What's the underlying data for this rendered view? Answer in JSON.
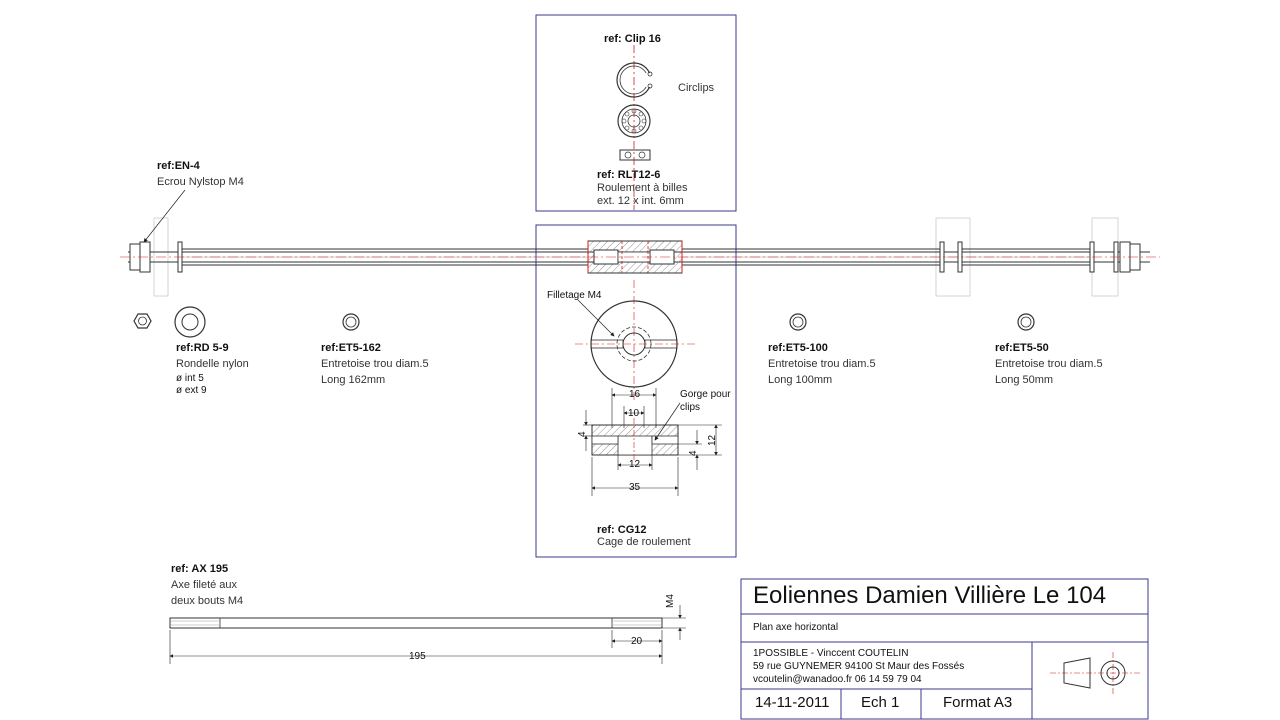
{
  "colors": {
    "frame": "#3a3a8c",
    "line": "#333333",
    "axis": "#d81b1b",
    "hatch": "#666666"
  },
  "clip": {
    "ref": "ref: Clip 16",
    "name": "Circlips"
  },
  "bearing": {
    "ref": "ref: RLT12-6",
    "name": "Roulement à billes",
    "size": "ext. 12 x int. 6mm"
  },
  "nut": {
    "ref": "ref:EN-4",
    "name": "Ecrou Nylstop M4"
  },
  "washer": {
    "ref": "ref:RD 5-9",
    "name": "Rondelle nylon",
    "int": "ø int 5",
    "ext": "ø ext 9"
  },
  "spacers": [
    {
      "ref": "ref:ET5-162",
      "name": "Entretoise trou diam.5",
      "length": "Long 162mm"
    },
    {
      "ref": "ref:ET5-100",
      "name": "Entretoise trou diam.5",
      "length": "Long 100mm"
    },
    {
      "ref": "ref:ET5-50",
      "name": "Entretoise trou diam.5",
      "length": "Long 50mm"
    }
  ],
  "cage": {
    "thread": "Filletage M4",
    "groove": "Gorge pour clips",
    "ref": "ref: CG12",
    "name": "Cage de roulement",
    "dims": {
      "d16": "16",
      "d10": "10",
      "d12w": "12",
      "d35": "35",
      "d4a": "4",
      "d4b": "4",
      "d12h": "12"
    }
  },
  "axle": {
    "ref": "ref: AX 195",
    "desc1": "Axe fileté aux",
    "desc2": "deux bouts M4",
    "dims": {
      "total": "195",
      "thread": "20",
      "m4": "M4"
    }
  },
  "title_block": {
    "title": "Eoliennes Damien Villière Le 104",
    "subtitle": "Plan axe horizontal",
    "company": "1POSSIBLE - Vinccent COUTELIN",
    "address": "59 rue GUYNEMER 94100 St Maur des Fossés",
    "contact": "vcoutelin@wanadoo.fr 06 14 59 79 04",
    "date": "14-11-2011",
    "scale": "Ech 1",
    "format": "Format A3"
  }
}
